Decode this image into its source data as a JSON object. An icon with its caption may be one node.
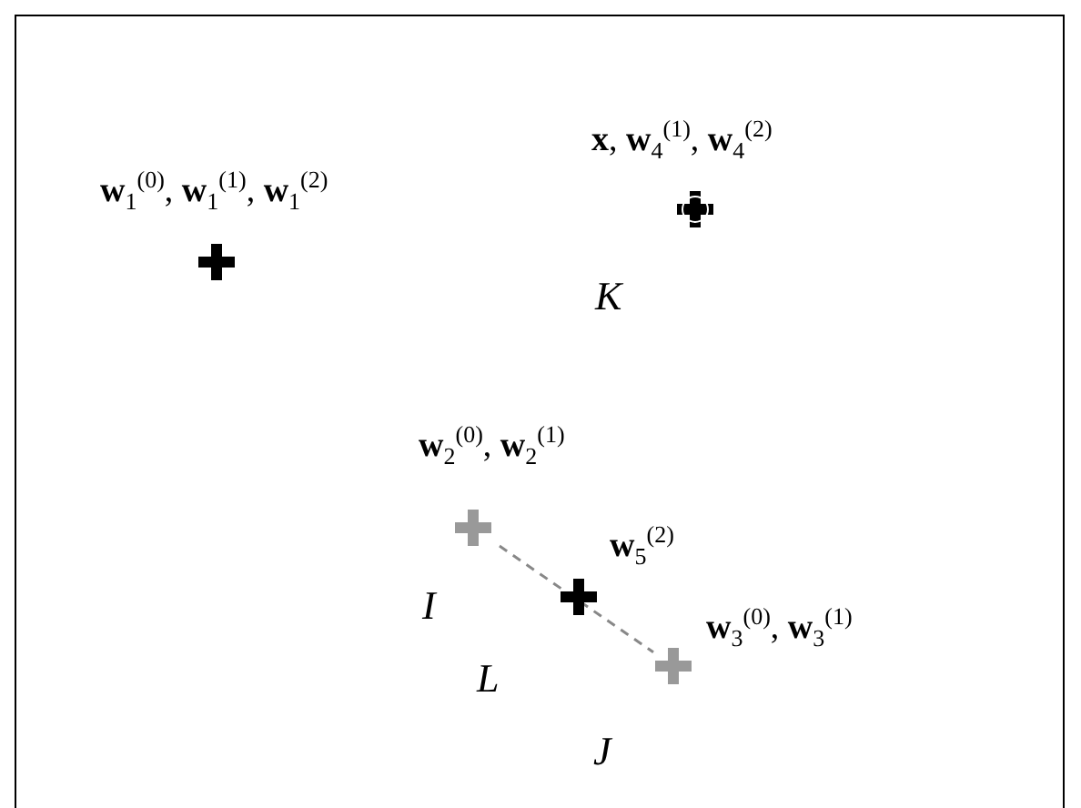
{
  "diagram": {
    "nodes": [
      {
        "text": [
          "**w**$_{1}$$^{(0)}$, **w**$_{1}$$^{(1)}$, **w**$_{1}$$^{(2)}$"
        ]
      },
      {
        "text": [
          "**x**, **w**$_{4}$$^{(1)}$, **w**$_{4}$$^{(2)}$"
        ]
      },
      {
        "text": [
          "**w**$_{2}$$^{(0)}$, **w**$_{2}$$^{(1)}$"
        ]
      },
      {
        "text": [
          "**w**$_{5}$$^{(2)}$"
        ]
      },
      {
        "text": [
          "**w**$_{3}$$^{(0)}$, **w**$_{3}$$^{(1)}$"
        ]
      }
    ],
    "edges": [
      {
        "from": 2,
        "to": 4,
        "arrow": "none",
        "style": "dashed"
      }
    ],
    "labels": [
      "K",
      "I",
      "L",
      "J"
    ]
  }
}
